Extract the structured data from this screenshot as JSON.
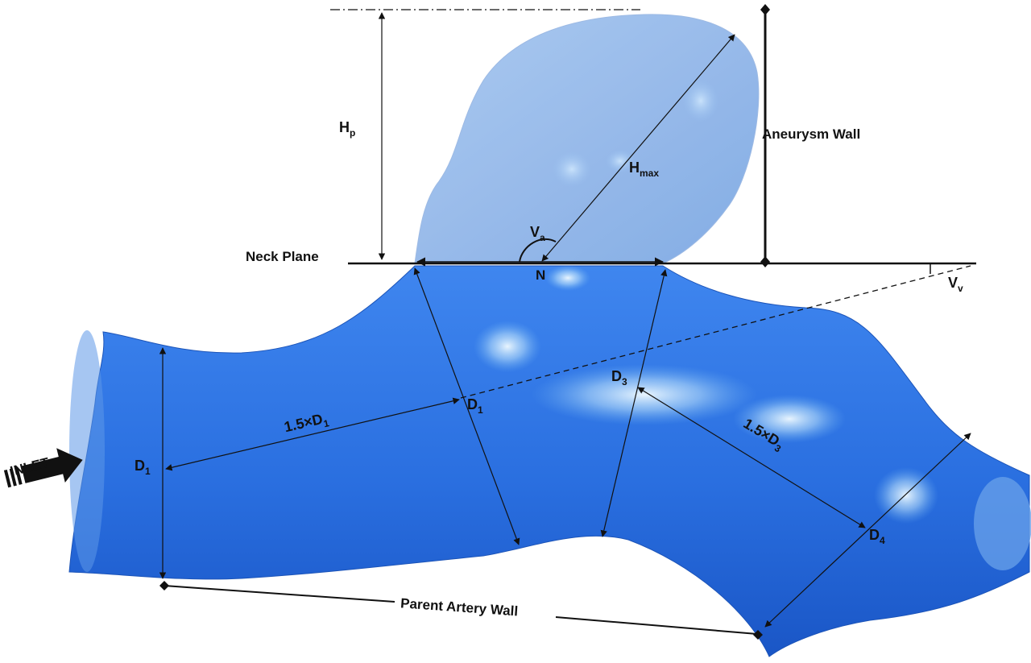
{
  "labels": {
    "hp": {
      "main": "H",
      "sub": "p"
    },
    "aneurysm_wall": "Aneurysm Wall",
    "hmax": {
      "main": "H",
      "sub": "max"
    },
    "va": {
      "main": "V",
      "sub": "a"
    },
    "neck_plane": "Neck Plane",
    "n": "N",
    "vv": {
      "main": "V",
      "sub": "v"
    },
    "inlet": "INLET",
    "d1_left": {
      "main": "D",
      "sub": "1"
    },
    "d1_mid": {
      "main": "D",
      "sub": "1"
    },
    "d3": {
      "main": "D",
      "sub": "3"
    },
    "d4": {
      "main": "D",
      "sub": "4"
    },
    "d1_span": {
      "main": "1.5×D",
      "sub": "1"
    },
    "d3_span": {
      "main": "1.5×D",
      "sub": "3"
    },
    "parent_artery_wall": "Parent Artery Wall"
  },
  "colors": {
    "vessel_dark": "#1e5ed2",
    "vessel_mid": "#3d86ef",
    "aneurysm": "#8eb6ea",
    "highlight": "#e4f3ff",
    "ink": "#111111"
  }
}
